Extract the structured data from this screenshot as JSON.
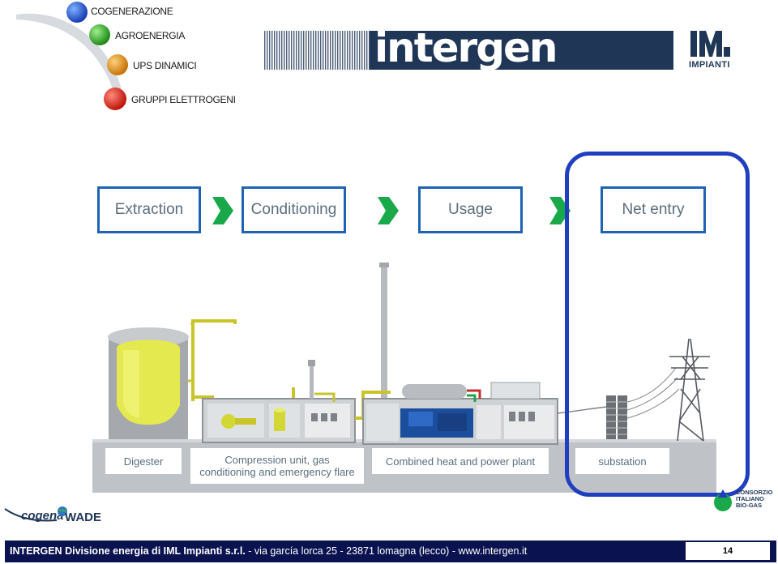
{
  "header": {
    "brand_items": [
      "COGENERAZIONE",
      "AGROENERGIA",
      "UPS DINAMICI",
      "GRUPPI ELETTROGENI"
    ],
    "logo_text": "intergen",
    "iml_text": "IML",
    "iml_subtext": "IMPIANTI"
  },
  "steps": [
    "Extraction",
    "Conditioning",
    "Usage",
    "Net entry"
  ],
  "plant_labels": {
    "digester": "Digester",
    "compression_line1": "Compression unit, gas",
    "compression_line2": "conditioning and emergency flare",
    "chp": "Combined heat and power plant",
    "substation": "substation"
  },
  "logos": {
    "cogena": "cogena",
    "wade": "WADE",
    "consorzio_line1": "CONSORZIO",
    "consorzio_line2": "ITALIANO",
    "consorzio_line3": "BIO-GAS"
  },
  "footer": {
    "company": "INTERGEN",
    "division": "Divisione energia di IML Impianti s.r.l.",
    "address": " -  via garcía lorca 25  -  23871 lomagna (lecco)  -  www.intergen.it",
    "page_number": "14"
  },
  "colors": {
    "step_border": "#1f63b3",
    "chevron": "#1aa94a",
    "highlight": "#1f3fbf",
    "footer_bg": "#0a1350",
    "banner": "#1f3656"
  }
}
